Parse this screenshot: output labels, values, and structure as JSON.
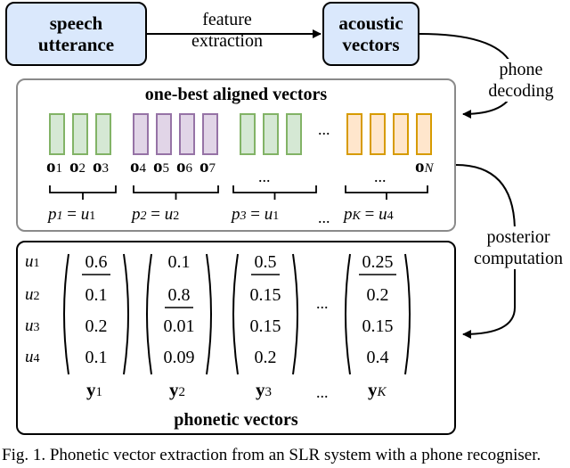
{
  "top": {
    "speech": "speech\nutterance",
    "feature_extraction": "feature\nextraction",
    "acoustic": "acoustic\nvectors",
    "phone_decoding": "phone\ndecoding"
  },
  "aligned_panel": {
    "title": "one-best aligned vectors",
    "groups": [
      {
        "color": "#82b366",
        "fill": "#d5e8d4",
        "labels": [
          "1",
          "2",
          "3"
        ],
        "p": "1",
        "u": "1"
      },
      {
        "color": "#9673a6",
        "fill": "#e1d5e7",
        "labels": [
          "4",
          "5",
          "6",
          "7"
        ],
        "p": "2",
        "u": "2"
      },
      {
        "color": "#82b366",
        "fill": "#d5e8d4",
        "labels": [],
        "p": "3",
        "u": "1"
      },
      {
        "color": "#d79b00",
        "fill": "#ffe6cc",
        "labels": [
          "N"
        ],
        "p": "K",
        "u": "4"
      }
    ],
    "ellipsis": "...",
    "o_symbol": "o",
    "p_symbol": "p",
    "u_symbol": "u",
    "equals": "="
  },
  "posterior_computation": "posterior\ncomputation",
  "phonetic_panel": {
    "title": "phonetic vectors",
    "row_labels": [
      "1",
      "2",
      "3",
      "4"
    ],
    "vectors": [
      {
        "name": "1",
        "values": [
          "0.6",
          "0.1",
          "0.2",
          "0.1"
        ],
        "max_index": 0
      },
      {
        "name": "2",
        "values": [
          "0.1",
          "0.8",
          "0.01",
          "0.09"
        ],
        "max_index": 1
      },
      {
        "name": "3",
        "values": [
          "0.5",
          "0.15",
          "0.15",
          "0.2"
        ],
        "max_index": 0
      },
      {
        "name": "K",
        "values": [
          "0.25",
          "0.2",
          "0.15",
          "0.4"
        ],
        "max_index": 0
      }
    ],
    "ellipsis": "...",
    "y_symbol": "y"
  },
  "caption": "Fig. 1.    Phonetic vector extraction from an SLR system with a phone recogniser."
}
